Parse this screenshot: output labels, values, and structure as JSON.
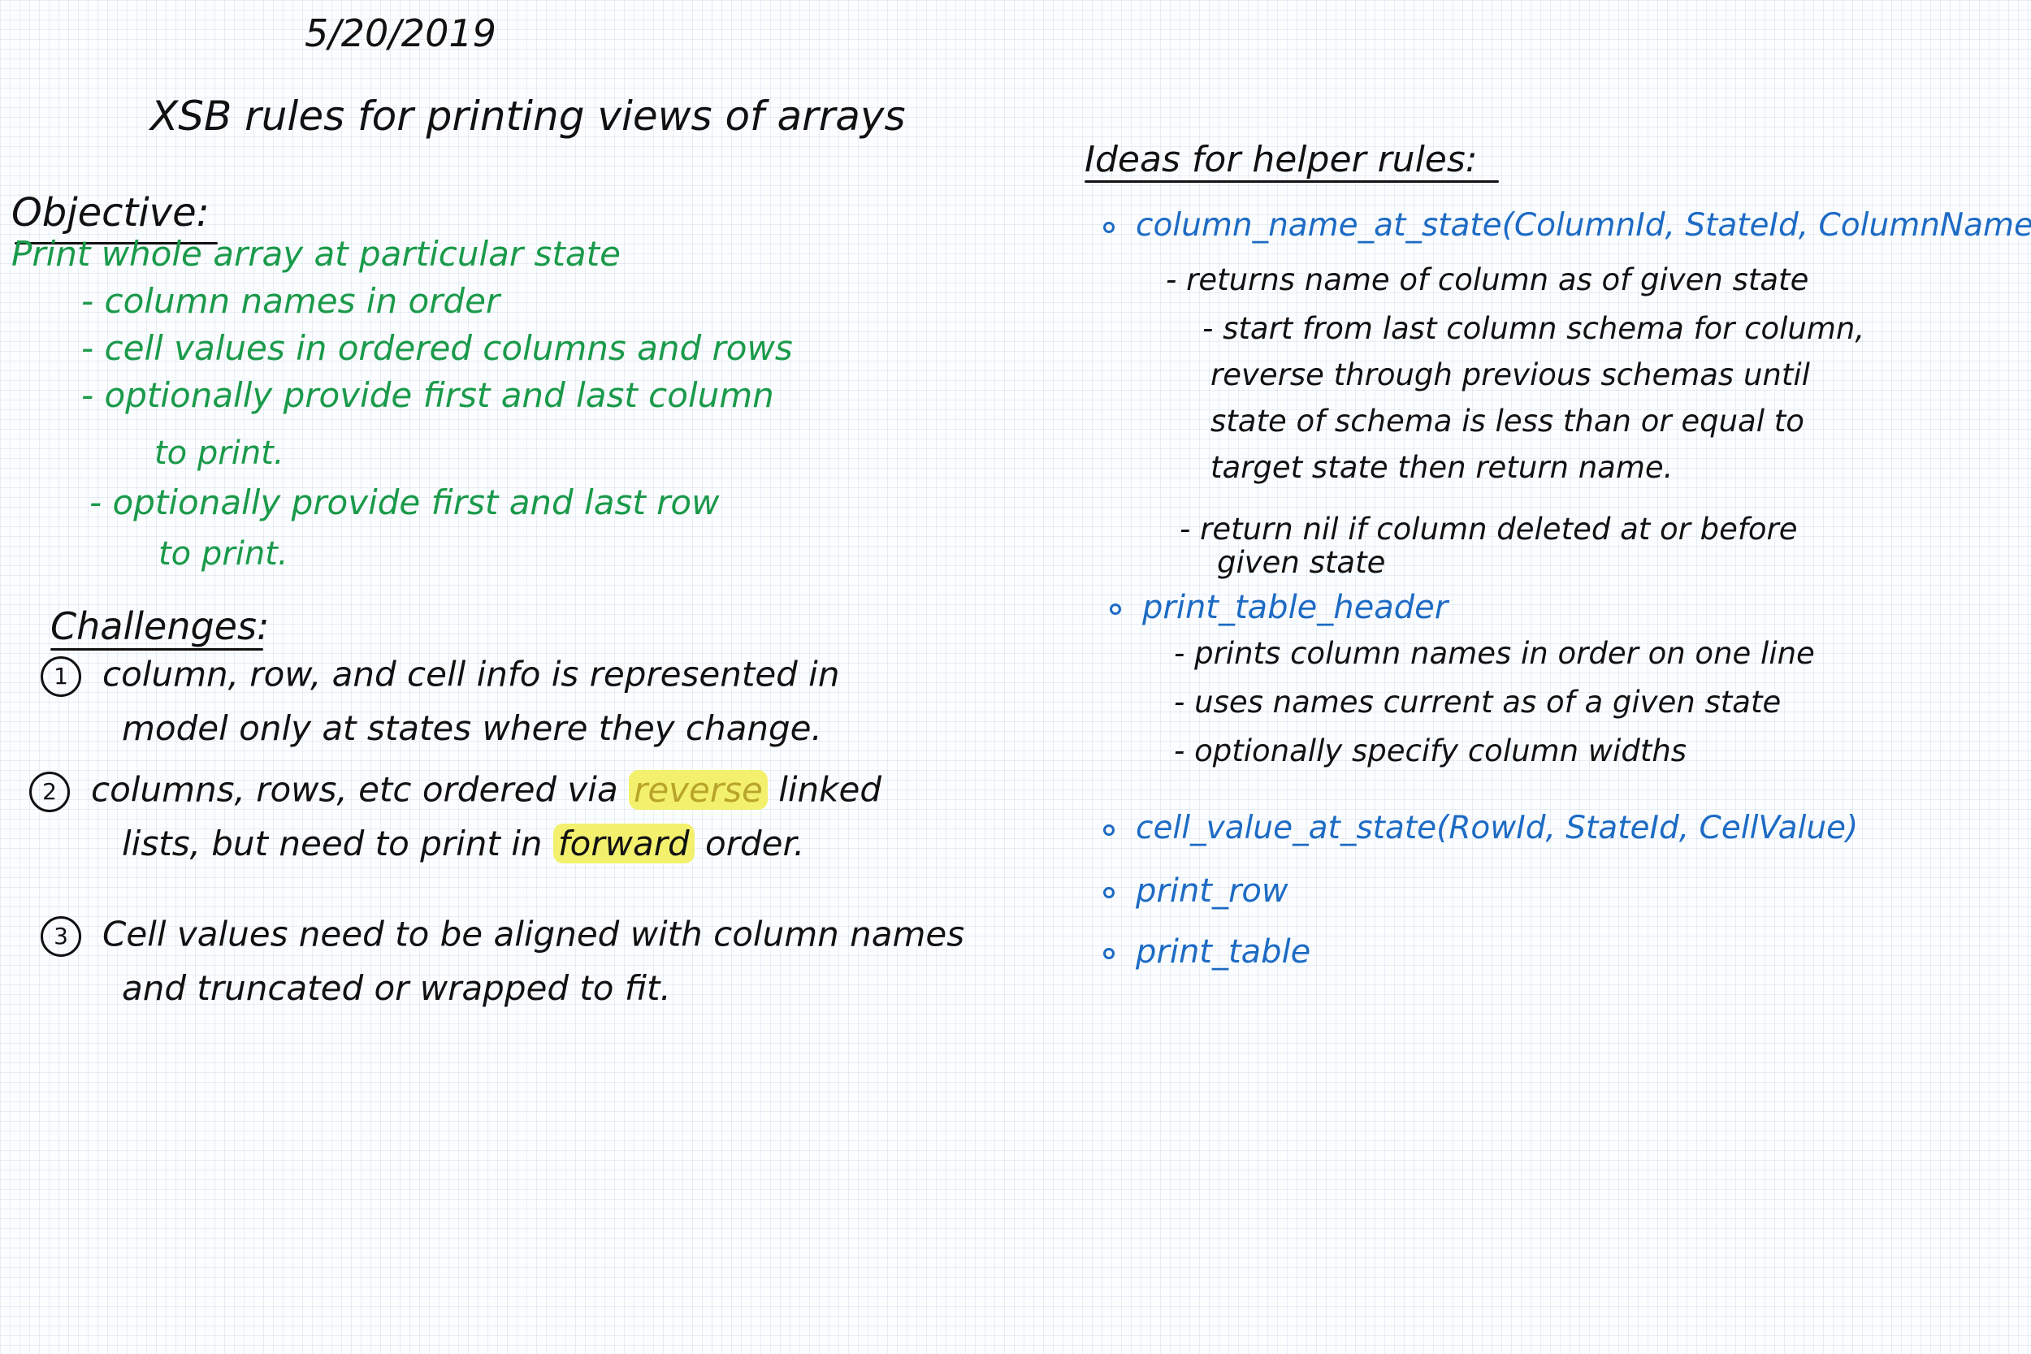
{
  "header": {
    "date": "5/20/2019",
    "title": "XSB rules for printing views of arrays"
  },
  "objective": {
    "heading": "Objective:",
    "lines": [
      "Print whole array at particular state",
      "- column names in order",
      "- cell values in ordered columns and rows",
      "- optionally provide first and last column",
      "to print.",
      "- optionally provide first and last row",
      "to print."
    ]
  },
  "challenges": {
    "heading": "Challenges:",
    "items": [
      {
        "number": "1",
        "line1": "column, row, and cell info is represented in",
        "line2": "model only at states where they change."
      },
      {
        "number": "2",
        "line1_before": "columns, rows, etc ordered via ",
        "line1_highlight": "reverse",
        "line1_after": " linked",
        "line2_before": "lists, but need to print in ",
        "line2_highlight": "forward",
        "line2_after": " order."
      },
      {
        "number": "3",
        "line1": "Cell values need to be aligned with column names",
        "line2": "and truncated or wrapped to fit."
      }
    ]
  },
  "ideas": {
    "heading": "Ideas for helper rules:",
    "rules": [
      {
        "signature": "column_name_at_state(ColumnId, StateId, ColumnName)",
        "notes": [
          "- returns name of column as of given state",
          "- start from last column schema for column,",
          "reverse through previous schemas until",
          "state of schema is less than or equal to",
          "target state then return name.",
          "- return nil if column deleted at or before",
          "given state"
        ]
      },
      {
        "signature": "print_table_header",
        "notes": [
          "- prints column names in order on one line",
          "- uses names current as of a given state",
          "- optionally specify column widths"
        ]
      },
      {
        "signature": "cell_value_at_state(RowId, StateId, CellValue)"
      },
      {
        "signature": "print_row"
      },
      {
        "signature": "print_table"
      }
    ]
  }
}
